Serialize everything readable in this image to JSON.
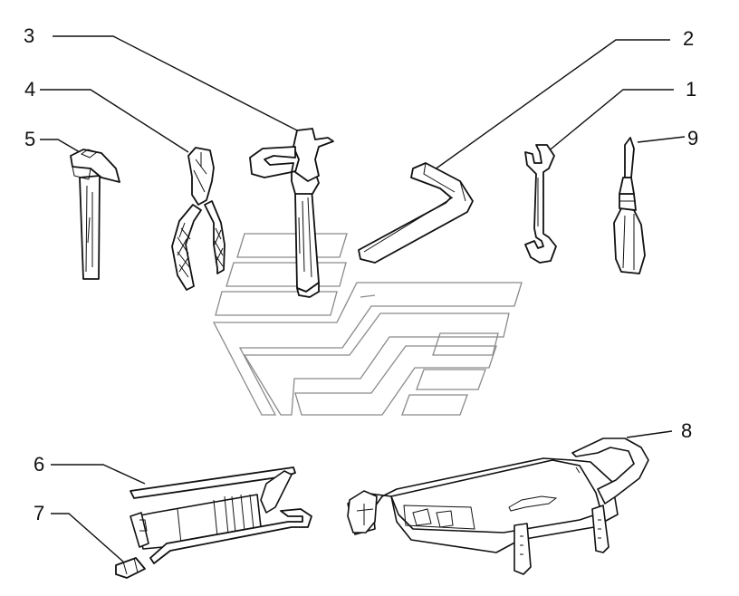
{
  "callouts": [
    "1",
    "2",
    "3",
    "4",
    "5",
    "6",
    "7",
    "8",
    "9"
  ],
  "colors": {
    "ink": "#111111",
    "watermark": "#8a8a8a",
    "paper": "#ffffff"
  },
  "icons": [
    "hammer-icon",
    "pliers-icon",
    "strap-wrench-icon",
    "hex-key-icon",
    "open-end-wrench-icon",
    "screwdriver-icon",
    "grease-gun-icon",
    "tool-bag-icon",
    "watermark-logo-icon"
  ]
}
